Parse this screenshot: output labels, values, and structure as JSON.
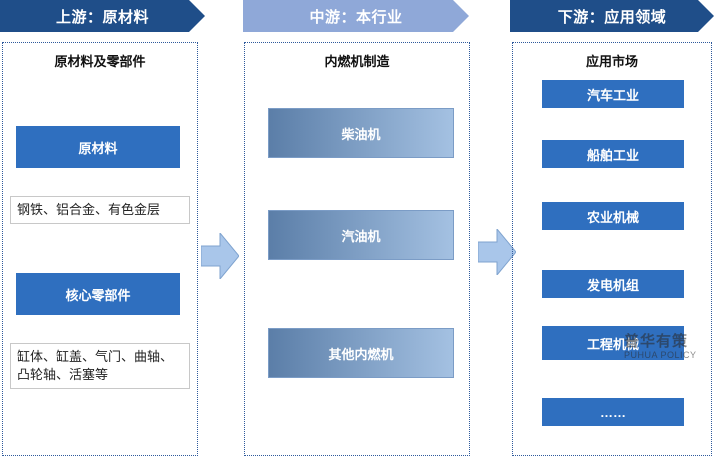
{
  "stages": {
    "upstream": "上游：原材料",
    "midstream": "中游：本行业",
    "downstream": "下游：应用领域"
  },
  "upstream": {
    "title": "原材料及零部件",
    "raw_label": "原材料",
    "raw_items": "钢铁、铝合金、有色金层",
    "core_label": "核心零部件",
    "core_items_line1": "缸体、缸盖、气门、曲轴、",
    "core_items_line2": "凸轮轴、活塞等"
  },
  "midstream": {
    "title": "内燃机制造",
    "items": [
      "柴油机",
      "汽油机",
      "其他内燃机"
    ]
  },
  "downstream": {
    "title": "应用市场",
    "items": [
      "汽车工业",
      "船舶工业",
      "农业机械",
      "发电机组",
      "工程机械",
      "……"
    ]
  },
  "watermark": {
    "cn": "普华有策",
    "en": "PUHUA POLICY"
  },
  "colors": {
    "dark_blue": "#1f4e89",
    "light_blue": "#8fa8d8",
    "box_blue": "#2f6fbf",
    "arrow_fill": "#a9c6ea"
  }
}
